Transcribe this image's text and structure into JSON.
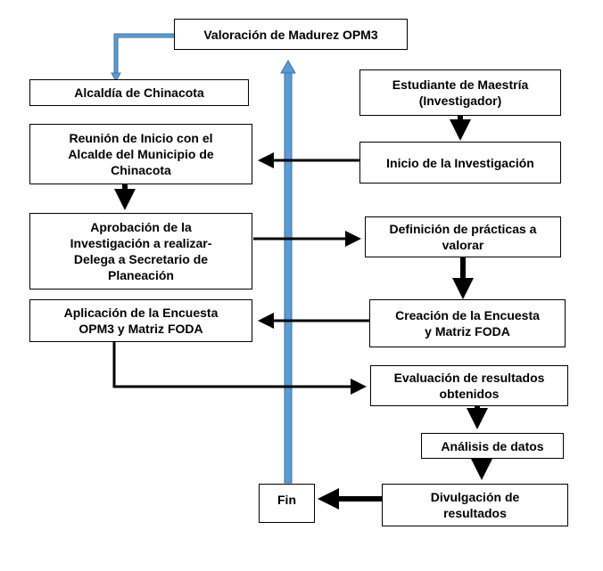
{
  "diagram": {
    "nodes": {
      "valoracion": "Valoración de Madurez OPM3",
      "alcaldia": "Alcaldía de Chinacota",
      "estudiante": "Estudiante de Maestría\n(Investigador)",
      "reunion": "Reunión de Inicio con el\nAlcalde del Municipio de\nChinacota",
      "inicio": "Inicio de la Investigación",
      "aprobacion": "Aprobación de la\nInvestigación a realizar-\nDelega a Secretario de\nPlaneación",
      "definicion": "Definición de prácticas a\nvalorar",
      "aplicacion": "Aplicación de la Encuesta\nOPM3 y Matriz FODA",
      "creacion": "Creación de la Encuesta\ny Matriz FODA",
      "evaluacion": "Evaluación de resultados\nobtenidos",
      "analisis": "Análisis de datos",
      "fin": "Fin",
      "divulgacion": "Divulgación de\nresultados"
    },
    "colors": {
      "line": "#000000",
      "timeline": "#5b9bd5",
      "timeline_outline": "#41719c"
    }
  }
}
